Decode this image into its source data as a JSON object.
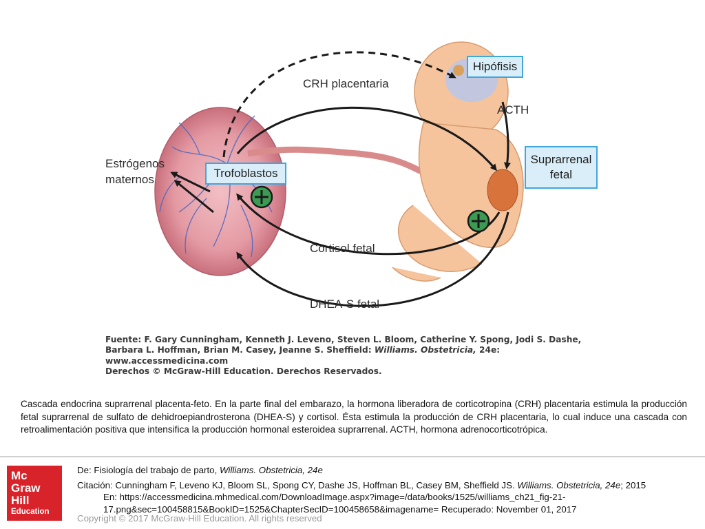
{
  "diagram": {
    "labels": {
      "crh": "CRH placentaria",
      "acth": "ACTH",
      "estrogenos_line1": "Estrógenos",
      "estrogenos_line2": "maternos",
      "cortisol": "Cortisol fetal",
      "dheas": "DHEA-S fetal"
    },
    "boxes": {
      "hipofisis": "Hipófisis",
      "trofoblastos": "Trofoblastos",
      "suprarrenal_line1": "Suprarrenal",
      "suprarrenal_line2": "fetal"
    },
    "colors": {
      "box_border": "#3fa7dc",
      "box_fill": "#d9eef9",
      "plus_fill": "#3c9b52",
      "placenta": "#e8a0a8",
      "fetus_skin": "#f5c49c"
    }
  },
  "source": {
    "line1": "Fuente: F. Gary Cunningham, Kenneth J. Leveno, Steven L. Bloom, Catherine Y. Spong, Jodi S. Dashe,",
    "line2_pre": "Barbara L. Hoffman, Brian M. Casey, Jeanne S. Sheffield: ",
    "line2_italic": "Williams. Obstetricia,",
    "line2_post": " 24e:",
    "line3": "www.accessmedicina.com",
    "line4": "Derechos © McGraw-Hill Education. Derechos Reservados."
  },
  "caption": "Cascada endocrina suprarrenal placenta-feto. En la parte final del embarazo, la hormona liberadora de corticotropina (CRH) placentaria estimula la producción fetal suprarrenal de sulfato de dehidroepiandrosterona (DHEA-S) y cortisol. Ésta estimula la producción de CRH placentaria, lo cual induce una cascada con retroalimentación positiva que intensifica la producción hormonal esteroidea suprarrenal. ACTH, hormona adrenocorticotrópica.",
  "logo": {
    "line1": "Mc",
    "line2": "Graw",
    "line3": "Hill",
    "line4": "Education",
    "color": "#d8232a"
  },
  "citation": {
    "de_pre": "De: Fisiología del trabajo de parto, ",
    "de_italic": "Williams. Obstetricia, 24e",
    "cit_pre": "Citación: Cunningham F, Leveno KJ, Bloom SL, Spong CY, Dashe JS, Hoffman BL, Casey BM, Sheffield JS. ",
    "cit_italic": "Williams. Obstetricia, 24e",
    "cit_post": "; 2015",
    "url_line1": "En: https://accessmedicina.mhmedical.com/DownloadImage.aspx?image=/data/books/1525/williams_ch21_fig-21-",
    "url_line2": "17.png&sec=100458815&BookID=1525&ChapterSecID=100458658&imagename= Recuperado: November 01, 2017",
    "copyright": "Copyright © 2017 McGraw-Hill Education. All rights reserved"
  }
}
